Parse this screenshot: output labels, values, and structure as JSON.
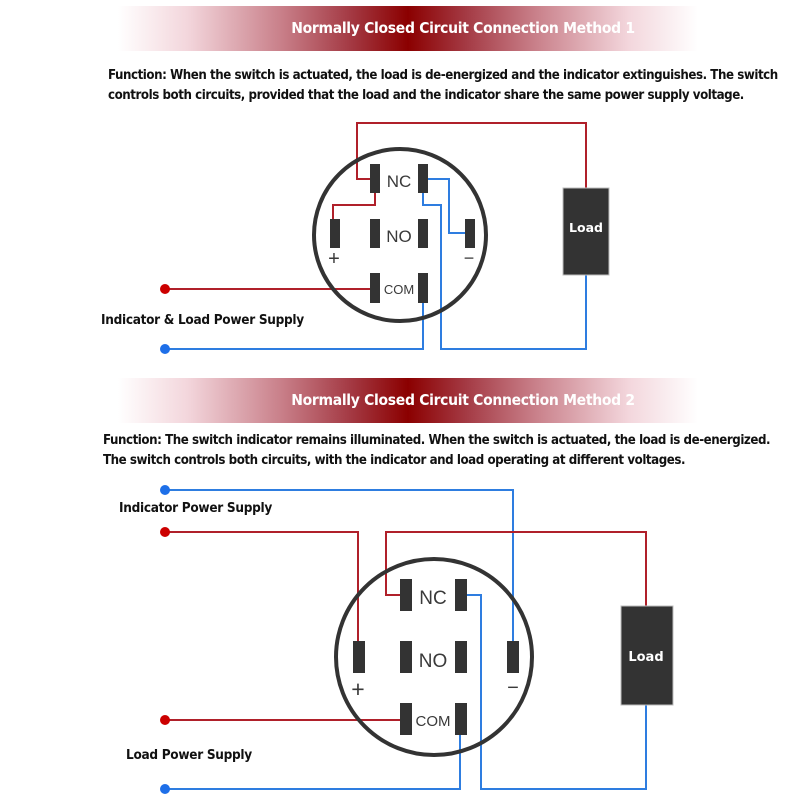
{
  "colors": {
    "banner_center": "#8b0000",
    "wire_positive": "#b0202a",
    "wire_negative": "#2e7de0",
    "terminal": "#333333",
    "load_box": "#333333"
  },
  "section1": {
    "title": "Normally Closed Circuit Connection Method 1",
    "description_line1": "Function: When the switch is actuated, the load is de-energized and the indicator extinguishes. The switch",
    "description_line2": "controls both circuits, provided that the load and the indicator share the same power supply voltage.",
    "supply_label": "Indicator & Load Power Supply",
    "load_label": "Load",
    "terminals": {
      "nc": "NC",
      "no": "NO",
      "com": "COM",
      "plus": "+",
      "minus": "−"
    }
  },
  "section2": {
    "title": "Normally Closed Circuit Connection Method 2",
    "description_line1": "Function: The switch indicator remains illuminated. When the switch is actuated, the load is de-energized.",
    "description_line2": "The switch controls both circuits, with the indicator and load operating at different voltages.",
    "indicator_supply_label": "Indicator Power Supply",
    "load_supply_label": "Load Power Supply",
    "load_label": "Load",
    "terminals": {
      "nc": "NC",
      "no": "NO",
      "com": "COM",
      "plus": "+",
      "minus": "−"
    }
  }
}
